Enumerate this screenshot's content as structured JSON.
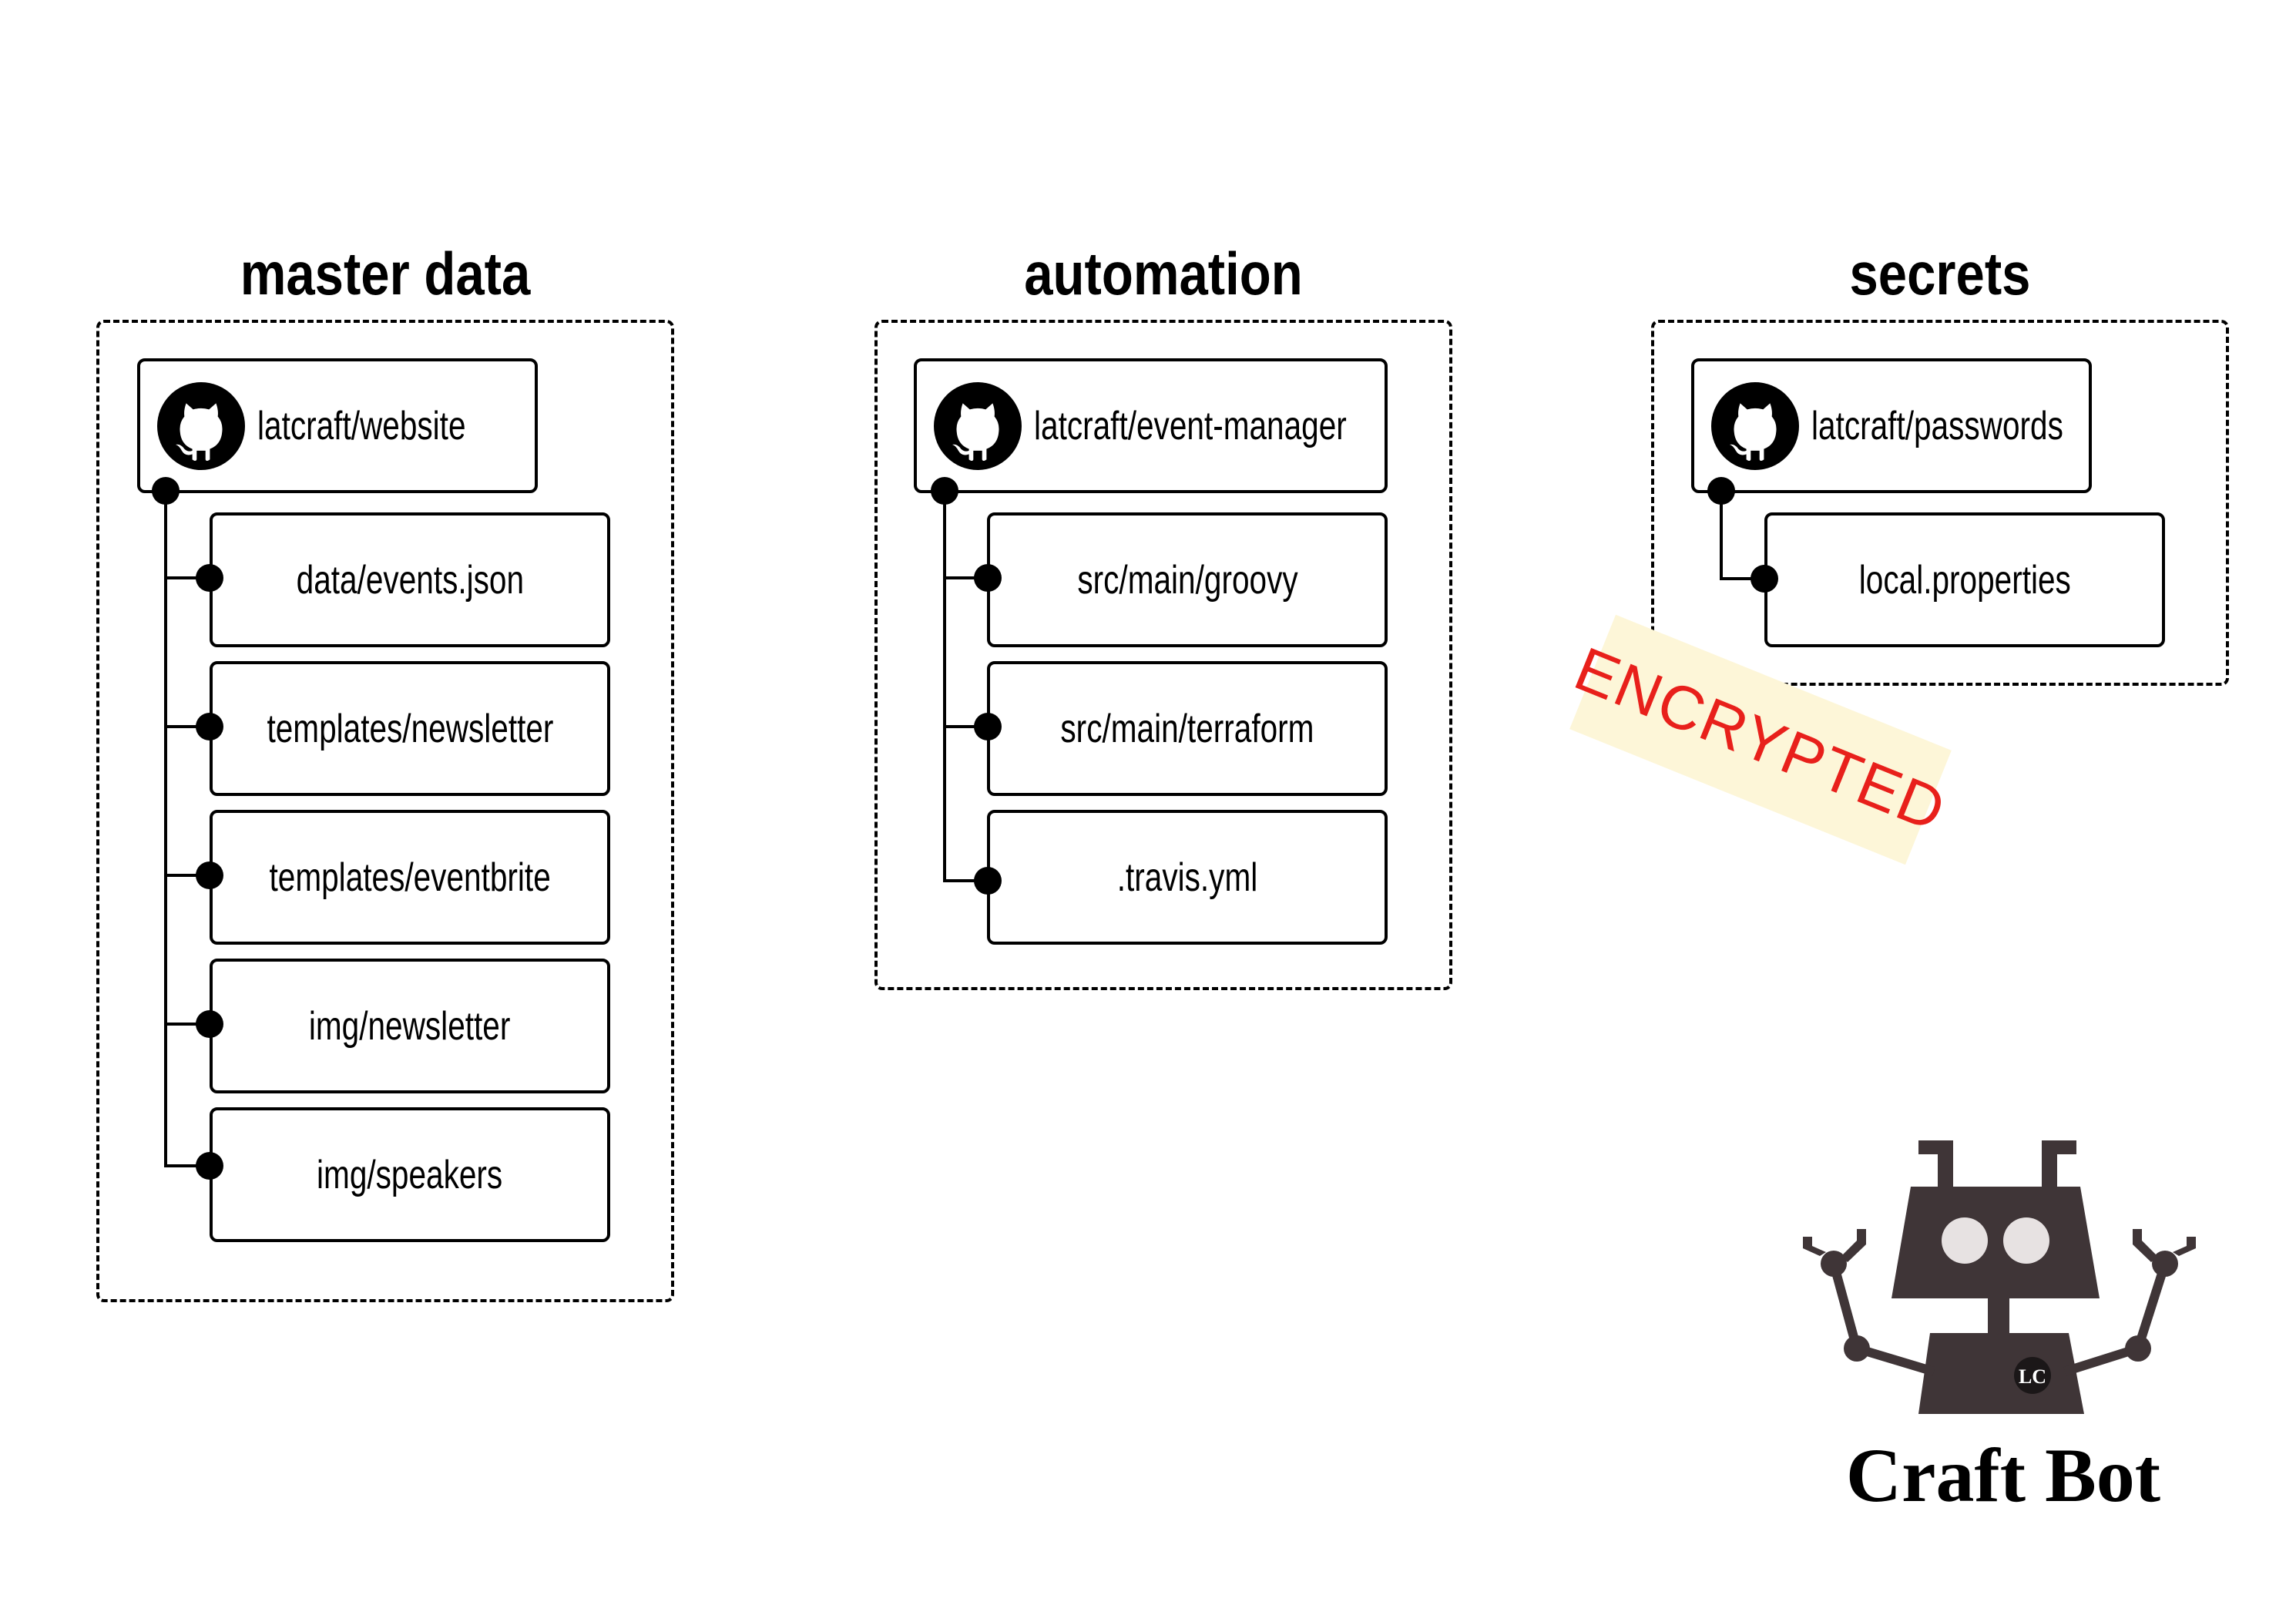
{
  "groups": [
    {
      "title": "master data",
      "repo": "latcraft/website",
      "items": [
        "data/events.json",
        "templates/newsletter",
        "templates/eventbrite",
        "img/newsletter",
        "img/speakers"
      ]
    },
    {
      "title": "automation",
      "repo": "latcraft/event-manager",
      "items": [
        "src/main/groovy",
        "src/main/terraform",
        ".travis.yml"
      ]
    },
    {
      "title": "secrets",
      "repo": "latcraft/passwords",
      "items": [
        "local.properties"
      ]
    }
  ],
  "stamp": {
    "label": "ENCRYPTED",
    "color": "#e8201b",
    "background": "#fdf6d8"
  },
  "logo": {
    "name": "Craft Bot",
    "badge": "LC",
    "color": "#3f3537"
  },
  "icons": {
    "repo": "github-icon"
  }
}
